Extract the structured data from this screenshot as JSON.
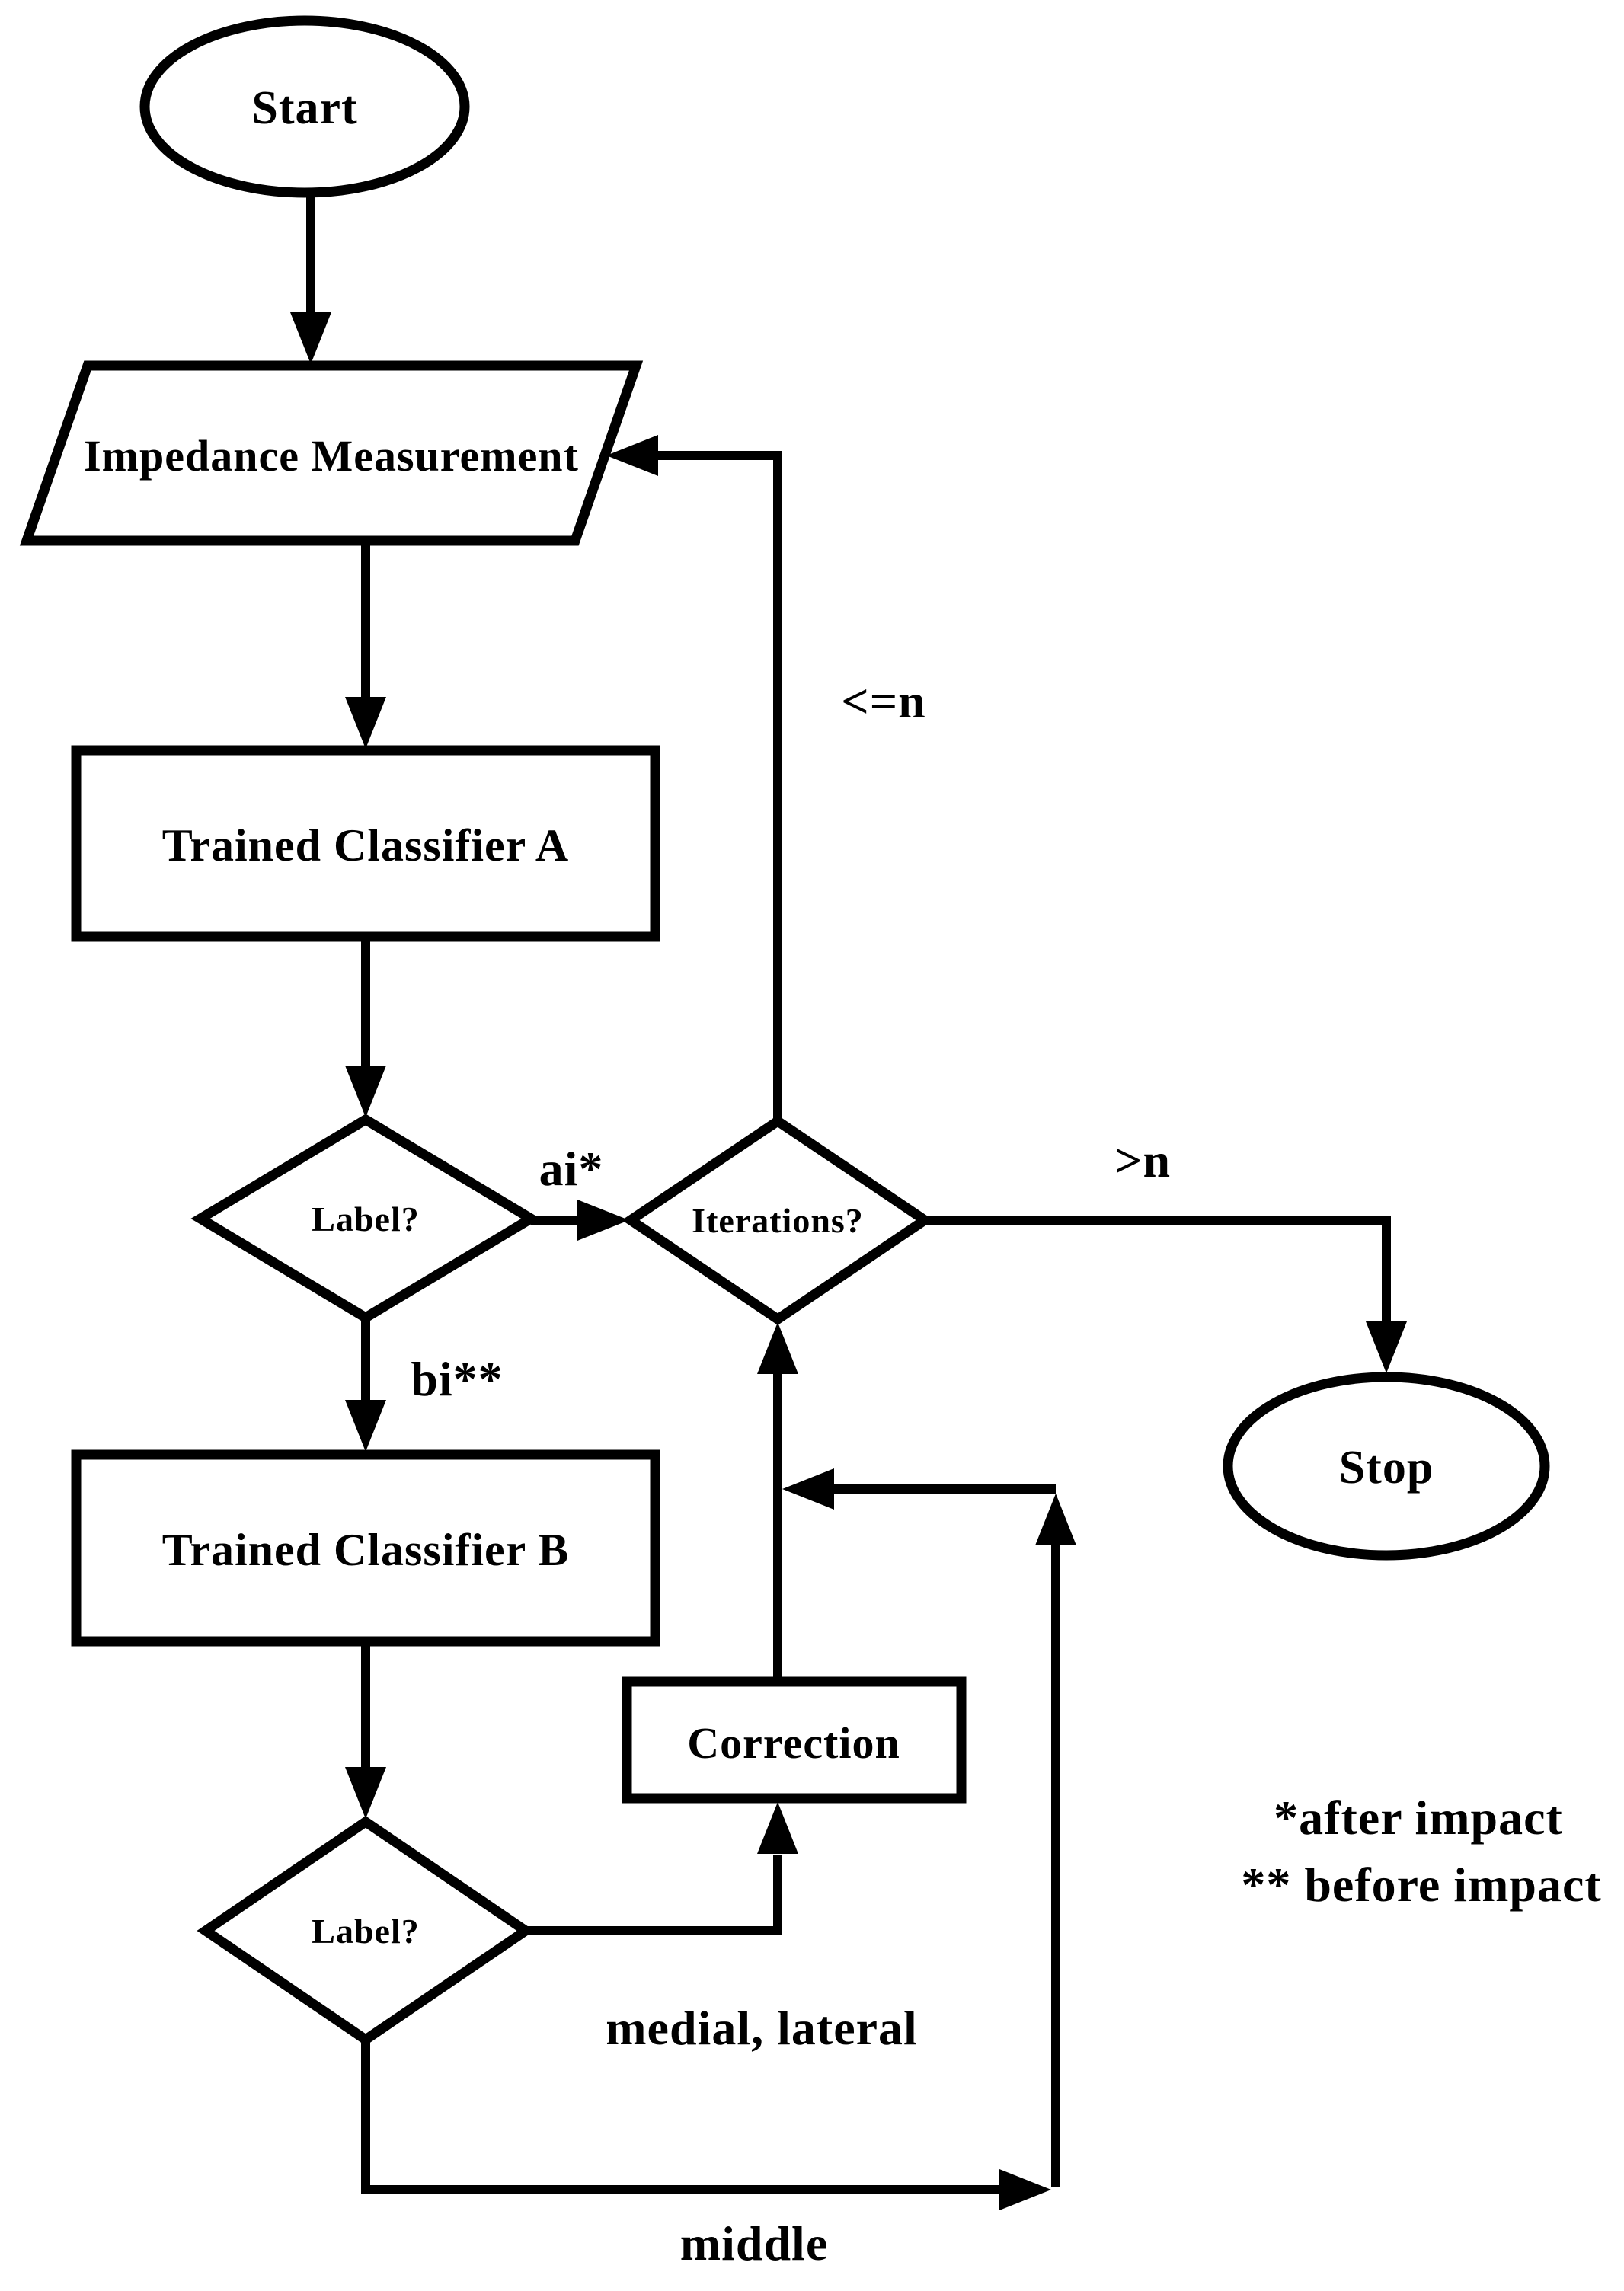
{
  "diagram": {
    "type": "flowchart",
    "colors": {
      "stroke": "#000000",
      "fill": "#ffffff",
      "background": "#ffffff"
    },
    "nodes": {
      "start": {
        "label": "Start",
        "shape": "ellipse"
      },
      "impedance": {
        "label": "Impedance Measurement",
        "shape": "parallelogram"
      },
      "classifier_a": {
        "label": "Trained Classifier A",
        "shape": "rect"
      },
      "label1": {
        "label": "Label?",
        "shape": "diamond"
      },
      "iterations": {
        "label": "Iterations?",
        "shape": "diamond"
      },
      "stop": {
        "label": "Stop",
        "shape": "ellipse"
      },
      "classifier_b": {
        "label": "Trained Classifier B",
        "shape": "rect"
      },
      "correction": {
        "label": "Correction",
        "shape": "rect"
      },
      "label2": {
        "label": "Label?",
        "shape": "diamond"
      }
    },
    "edges": [
      {
        "from": "start",
        "to": "impedance",
        "label": ""
      },
      {
        "from": "impedance",
        "to": "classifier_a",
        "label": ""
      },
      {
        "from": "classifier_a",
        "to": "label1",
        "label": ""
      },
      {
        "from": "label1",
        "to": "iterations",
        "label": "ai*"
      },
      {
        "from": "label1",
        "to": "classifier_b",
        "label": "bi**"
      },
      {
        "from": "iterations",
        "to": "impedance",
        "label": "<=n"
      },
      {
        "from": "iterations",
        "to": "stop",
        "label": ">n"
      },
      {
        "from": "classifier_b",
        "to": "label2",
        "label": ""
      },
      {
        "from": "label2",
        "to": "correction",
        "label": "medial, lateral"
      },
      {
        "from": "correction",
        "to": "iterations",
        "label": ""
      },
      {
        "from": "label2",
        "to": "iterations",
        "label": "middle"
      }
    ],
    "annotations": {
      "after_impact": "*after impact",
      "before_impact": "** before impact"
    }
  }
}
